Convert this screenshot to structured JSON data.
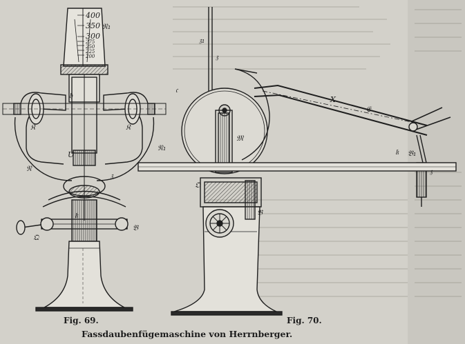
{
  "figures": {
    "fig69": {
      "caption": "Fig. 69.",
      "scale_labels": [
        "400",
        "350",
        "300",
        "275",
        "250",
        "225",
        "200"
      ],
      "scale_name": "𝔑₁",
      "letters": {
        "r_left": "𝔎",
        "r_right": "𝔎",
        "n": "𝔑",
        "n1": "𝔑₁",
        "u": "U",
        "h": "𝔥",
        "q": "𝔔",
        "b": "𝔅",
        "z": "𝔷",
        "k": "𝔨"
      }
    },
    "fig70": {
      "caption": "Fig. 70.",
      "letters": {
        "z1": "𝔷₁",
        "z": "𝔷",
        "c": "𝔠",
        "x": "X",
        "e": "𝔈",
        "m": "𝔐",
        "o": "𝔒",
        "b": "𝔅",
        "k": "𝔨",
        "b1": "𝔅₁",
        "z2": "𝔷"
      }
    }
  },
  "title": "Fassdaubenfügemaschine von Herrnberger."
}
